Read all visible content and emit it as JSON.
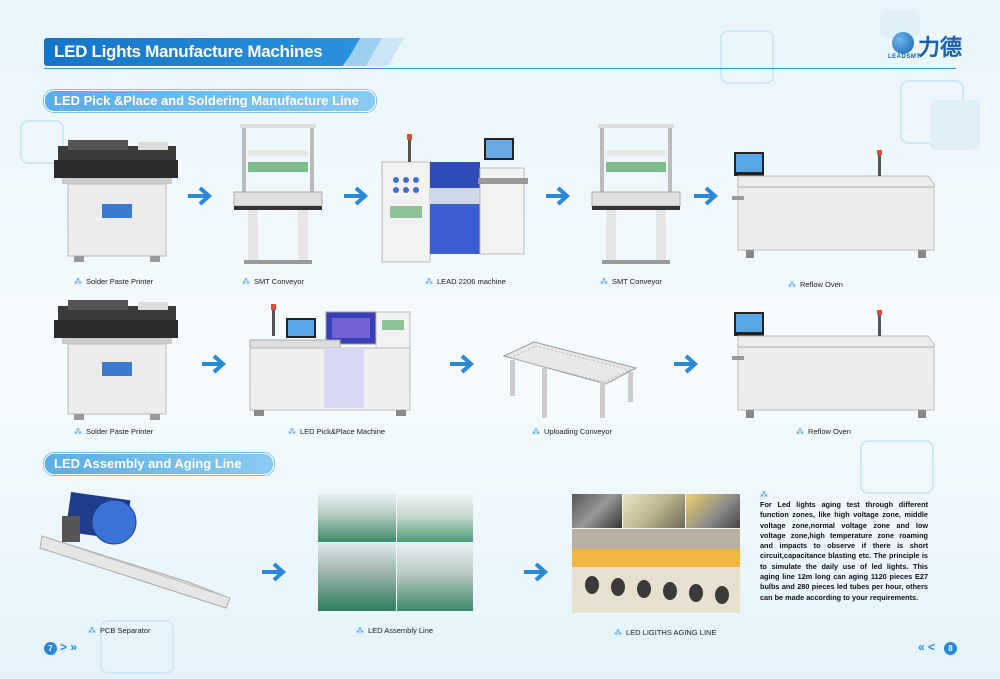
{
  "header": {
    "title": "LED Lights Manufacture Machines",
    "logo_cn": "力德",
    "logo_en": "LEADSMT"
  },
  "sections": {
    "line1_title": "LED Pick &Place and Soldering Manufacture Line",
    "line2_title": "LED Assembly and Aging Line"
  },
  "row1": [
    "Solder Paste Printer",
    "SMT Conveyor",
    "LEAD 2206 machine",
    "SMT Conveyor",
    "Reflow Oven"
  ],
  "row2": [
    "Solder Paste Printer",
    "LED Pick&Place Machine",
    "Uploading Conveyor",
    "Reflow Oven"
  ],
  "row3": [
    "PCB Separator",
    "LED Assembly Line",
    "LED LIGITHS AGING LINE"
  ],
  "description": "For Led lights aging test through different function zones, like high voltage zone, middle voltage zone,normal voltage zone and low voltage zone,high temperature zone roaming and impacts to observe if there is short circuit,capacitance blasting etc. The principle is to simulate the daily use of led lights. This aging line 12m long can aging 1120 pieces E27 bulbs and 280 pieces led tubes per hour, others can be made according to your requirements.",
  "footer": {
    "page_left": "7",
    "page_right": "8",
    "nav_left": "> »",
    "nav_right": "« <"
  },
  "colors": {
    "accent": "#2a88d6",
    "banner": "#1475c8"
  },
  "icons": [
    "arrow-right-icon",
    "bullet-dot-icon",
    "logo-globe-icon"
  ]
}
